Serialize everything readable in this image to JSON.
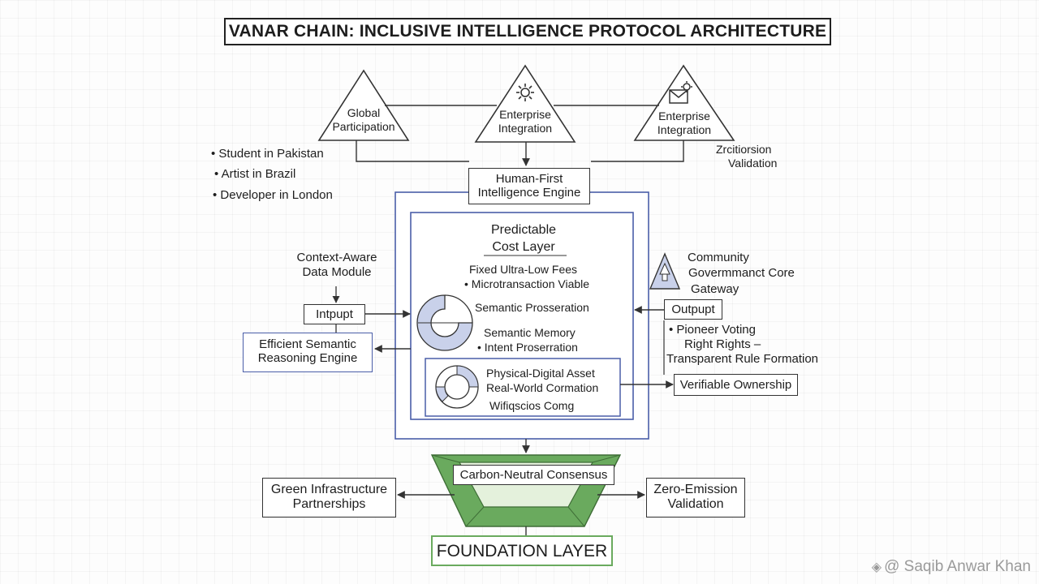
{
  "title": "VANAR CHAIN: INCLUSIVE INTELLIGENCE PROTOCOL ARCHITECTURE",
  "triangles": [
    {
      "label_line1": "Global",
      "label_line2": "Participation"
    },
    {
      "label_line1": "Enterprise",
      "label_line2": "Integration"
    },
    {
      "label_line1": "Enterprise",
      "label_line2": "Integration"
    }
  ],
  "participants": [
    "• Student in Pakistan",
    "• Artist in Brazil",
    "• Developer in London"
  ],
  "validation_note": {
    "line1": "Zrcitiorsion",
    "line2": "Validation"
  },
  "engine": {
    "line1": "Human-First",
    "line2": "Intelligence Engine"
  },
  "cost_layer": {
    "title_line1": "Predictable",
    "title_line2": "Cost Layer",
    "fees_line1": "Fixed Ultra-Low Fees",
    "fees_line2": "• Microtransaction Viable",
    "semantic_preservation": "Semantic Prosseration",
    "memory_line1": "Semantic Memory",
    "memory_line2": "• Intent Proserration"
  },
  "asset_box": {
    "line1": "Physical-Digital Asset",
    "line2": "Real-World Cormation",
    "line3": "Wifiqscios Comg"
  },
  "context_module": {
    "line1": "Context-Aware",
    "line2": "Data Module"
  },
  "input_label": "Intpupt",
  "reasoning_engine": {
    "line1": "Efficient Semantic",
    "line2": "Reasoning Engine"
  },
  "community": {
    "line1": "Community",
    "line2": "Govermmanct Core",
    "line3": "Gateway"
  },
  "output_label": "Outpupt",
  "voting": {
    "line1": "• Pioneer Voting",
    "line2": "Right Rights –",
    "line3": "Transparent Rule Formation"
  },
  "ownership_label": "Verifiable Ownership",
  "consensus_label": "Carbon-Neutral Consensus",
  "green_partnerships": {
    "line1": "Green Infrastructure",
    "line2": "Partnerships"
  },
  "zero_emission": {
    "line1": "Zero-Emission",
    "line2": "Validation"
  },
  "foundation_label": "FOUNDATION LAYER",
  "watermark": "@ Saqib Anwar Khan",
  "colors": {
    "accent_blue": "#4a5ea8",
    "green": "#6aaa5e",
    "light_green": "#d3e9c8",
    "light_blue": "#c9d1ea"
  }
}
